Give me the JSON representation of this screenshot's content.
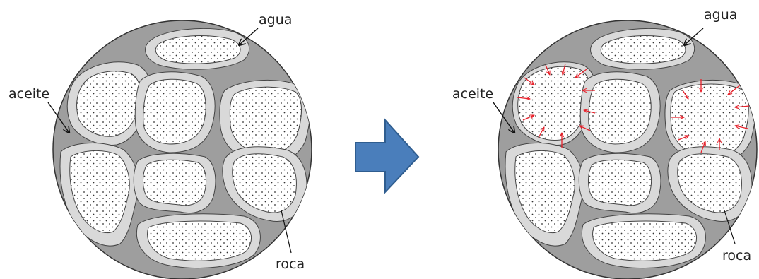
{
  "labels": {
    "left_water": "agua",
    "left_oil": "aceite",
    "left_rock": "roca",
    "right_water": "agua",
    "right_oil": "aceite",
    "right_rock": "roca"
  },
  "colors": {
    "circle_fill": "#9e9e9e",
    "circle_stroke": "#333333",
    "oil_layer": "#d9d9d9",
    "water_grain": "#ffffff",
    "arrow_fill": "#4a7ebb",
    "arrow_stroke": "#2f5d8f",
    "imbibition_arrows": "#e8202a",
    "pointer_arrows": "#111111"
  },
  "icons": {
    "transition": "right-arrow-icon"
  }
}
